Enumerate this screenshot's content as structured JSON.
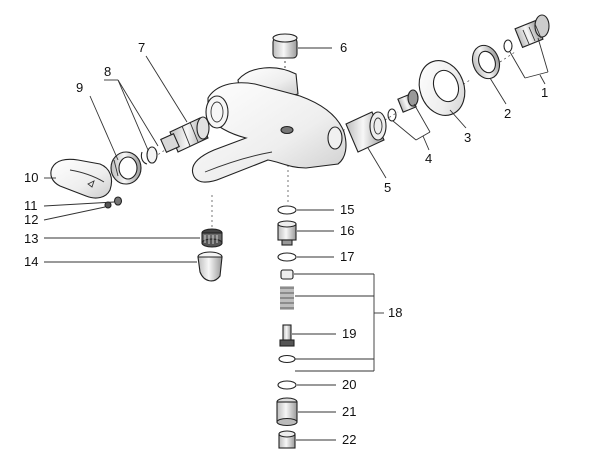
{
  "callouts": [
    "1",
    "2",
    "3",
    "4",
    "5",
    "6",
    "7",
    "8",
    "9",
    "10",
    "11",
    "12",
    "13",
    "14",
    "15",
    "16",
    "17",
    "18",
    "19",
    "20",
    "21",
    "22"
  ],
  "colors": {
    "line": "#333333",
    "fill_light": "#ececec",
    "fill_mid": "#cfcfcf",
    "fill_dark": "#5a5a5a"
  }
}
